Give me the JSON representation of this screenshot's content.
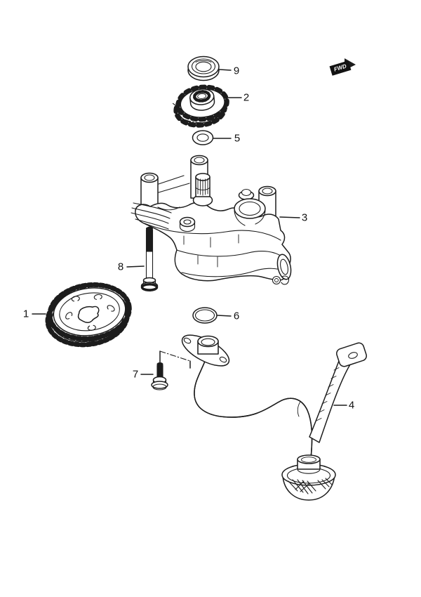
{
  "diagram": {
    "background_color": "#ffffff",
    "line_color": "#1c1c1c",
    "callouts": [
      {
        "ref": "1"
      },
      {
        "ref": "2"
      },
      {
        "ref": "3"
      },
      {
        "ref": "4"
      },
      {
        "ref": "5"
      },
      {
        "ref": "6"
      },
      {
        "ref": "7"
      },
      {
        "ref": "8"
      },
      {
        "ref": "9"
      }
    ],
    "direction_flag": {
      "label": "FWD",
      "background": "#121212",
      "text_color": "#ffffff"
    }
  }
}
